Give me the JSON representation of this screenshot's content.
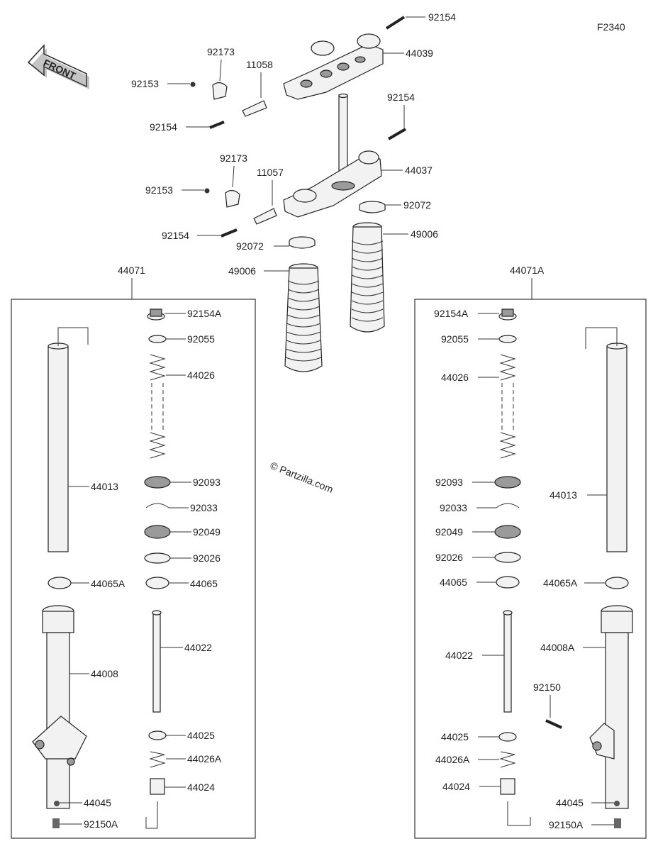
{
  "figure_code": "F2340",
  "front_label": "FRONT",
  "watermark": "© Partzilla.com",
  "assemblies": {
    "left": "44071",
    "right": "44071A"
  },
  "part_numbers": {
    "p92154_top": "92154",
    "p44039": "44039",
    "p92173_upper": "92173",
    "p11058": "11058",
    "p92153_upper": "92153",
    "p92154_upper_clamp": "92154",
    "p92154_mid": "92154",
    "p44037": "44037",
    "p92173_lower": "92173",
    "p11057": "11057",
    "p92153_lower": "92153",
    "p92072_right": "92072",
    "p92154_lower_clamp": "92154",
    "p92072_left": "92072",
    "p49006_right": "49006",
    "p49006_left": "49006",
    "L_92154A": "92154A",
    "L_92055": "92055",
    "L_44026": "44026",
    "L_44013": "44013",
    "L_92093": "92093",
    "L_92033": "92033",
    "L_92049": "92049",
    "L_92026": "92026",
    "L_44065A": "44065A",
    "L_44065": "44065",
    "L_44022": "44022",
    "L_44008": "44008",
    "L_44025": "44025",
    "L_44026A": "44026A",
    "L_44024": "44024",
    "L_44045": "44045",
    "L_92150A": "92150A",
    "R_92154A": "92154A",
    "R_92055": "92055",
    "R_44026": "44026",
    "R_44013": "44013",
    "R_92093": "92093",
    "R_92033": "92033",
    "R_92049": "92049",
    "R_92026": "92026",
    "R_44065": "44065",
    "R_44065A": "44065A",
    "R_44022": "44022",
    "R_44008A": "44008A",
    "R_92150": "92150",
    "R_44025": "44025",
    "R_44026A": "44026A",
    "R_44024": "44024",
    "R_44045": "44045",
    "R_92150A": "92150A"
  }
}
